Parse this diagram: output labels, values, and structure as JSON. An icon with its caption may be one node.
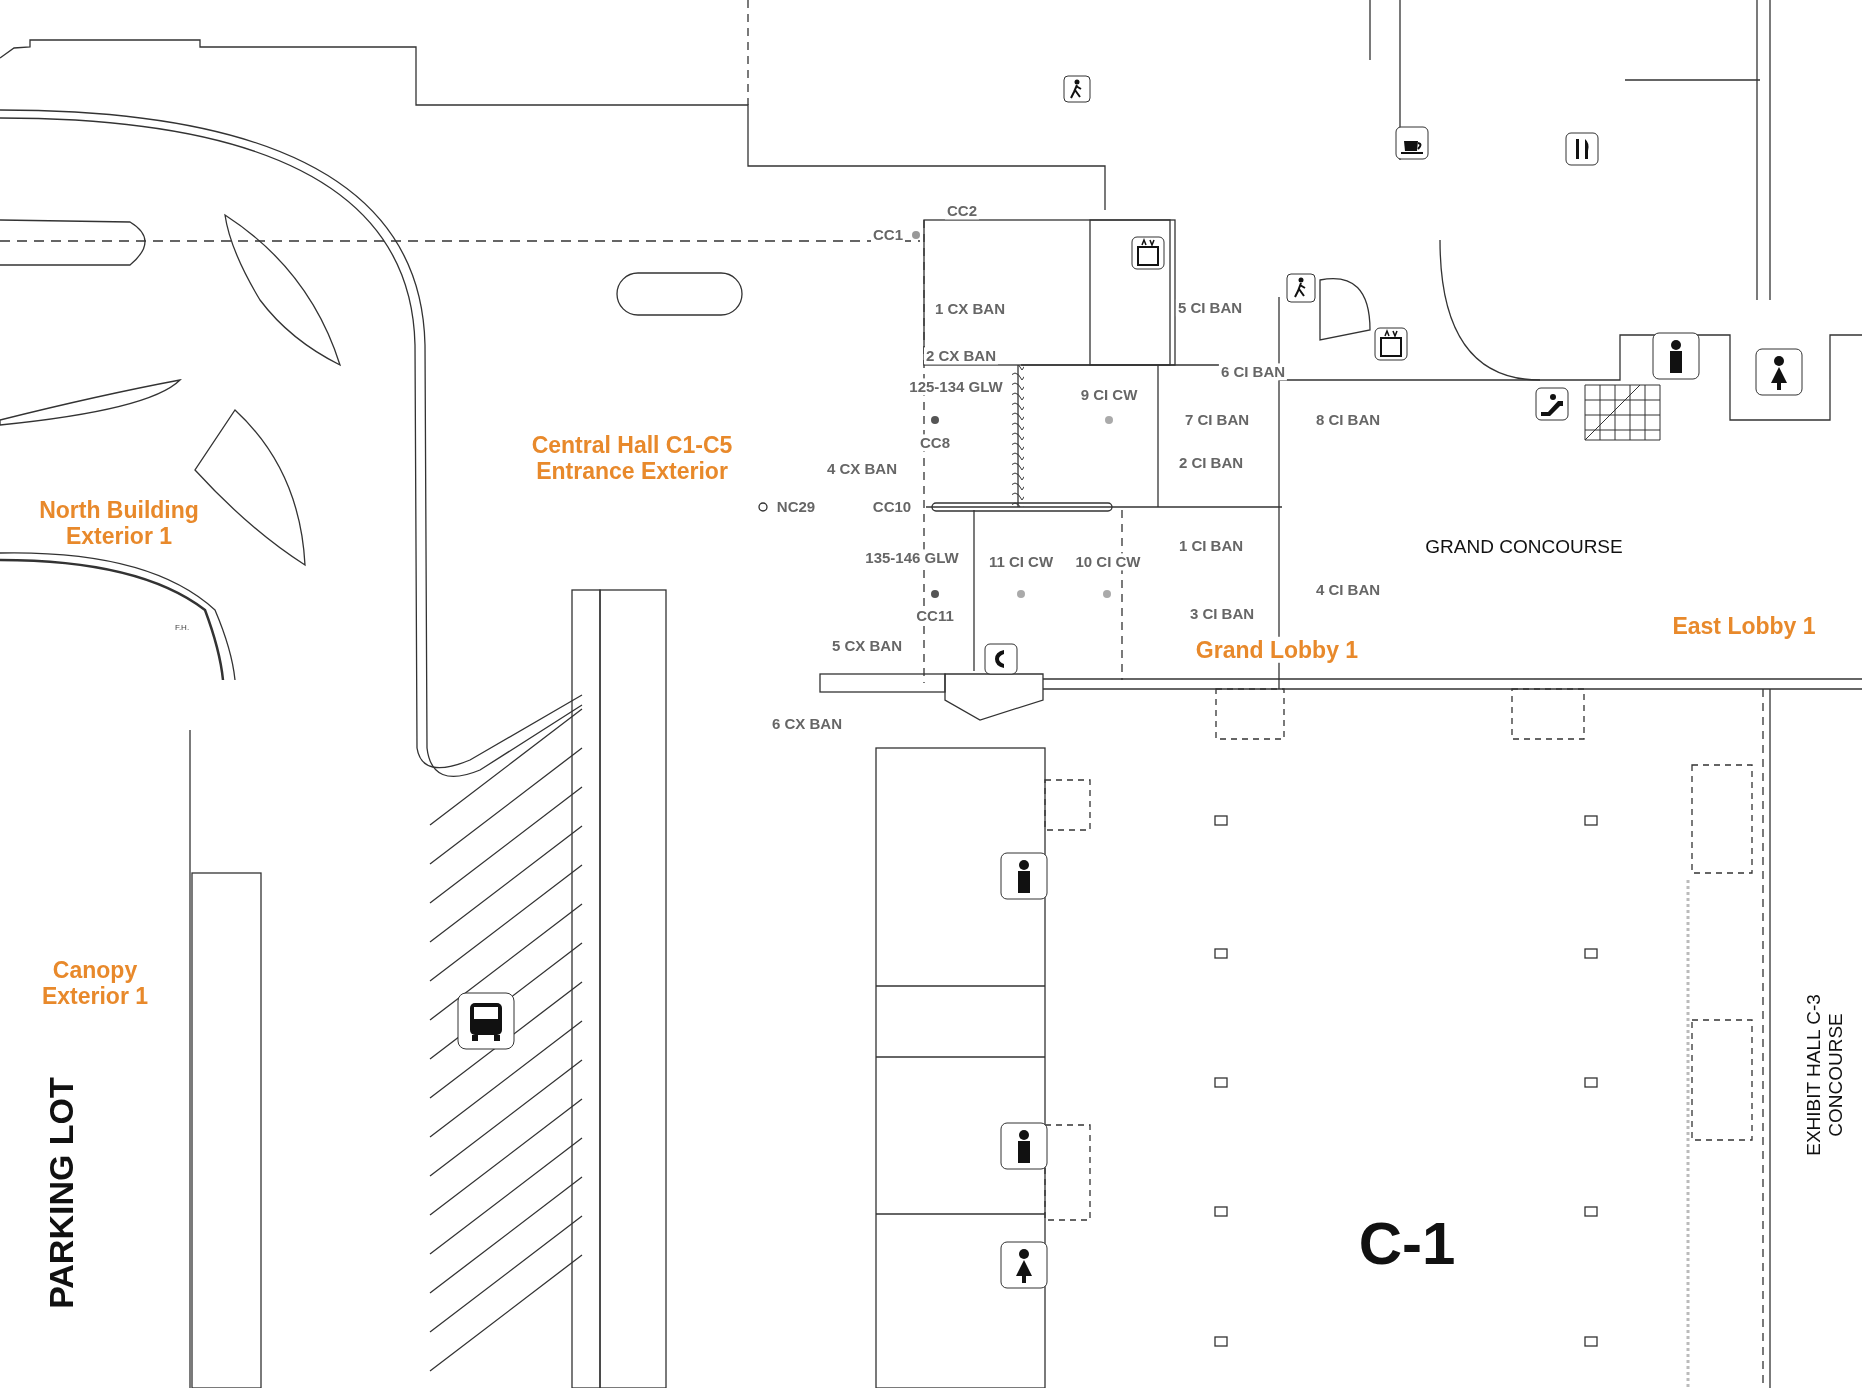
{
  "diagram": {
    "labels": [
      "CC2",
      "CC1",
      "5 CI BAN",
      "1 CX BAN",
      "2 CX BAN",
      "6 CI BAN",
      "125-134 GLW",
      "9 CI CW",
      "7 CI BAN",
      "8 CI BAN",
      "CC8",
      "Central Hall C1-C5 Entrance Exterior",
      "2 CI BAN",
      "4 CX BAN",
      "North Building Exterior 1",
      "NC29",
      "CC10",
      "1 CI BAN",
      "GRAND CONCOURSE",
      "135-146 GLW",
      "11 CI CW",
      "10 CI CW",
      "4 CI BAN",
      "3 CI BAN",
      "CC11",
      "East Lobby 1",
      "F.H.",
      "5 CX BAN",
      "Grand Lobby 1",
      "6 CX BAN",
      "Canopy Exterior 1",
      "EXHIBIT HALL C-3 CONCOURSE",
      "C-1",
      "PARKING LOT"
    ]
  }
}
